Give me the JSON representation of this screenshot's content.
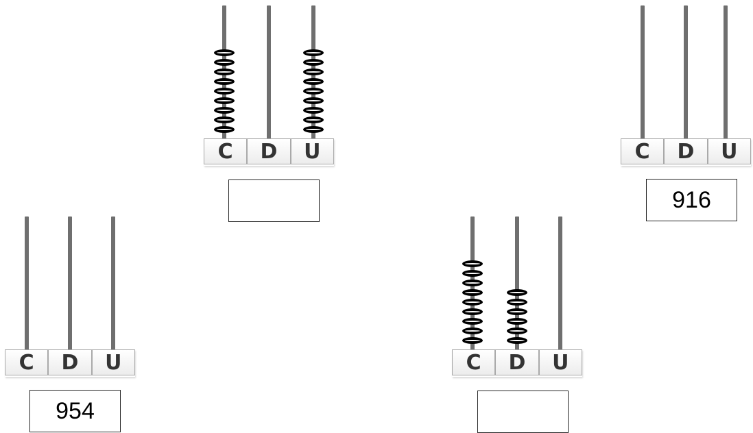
{
  "labels": [
    "C",
    "D",
    "U"
  ],
  "exercises": [
    {
      "id": "top-center",
      "beads": [
        9,
        0,
        9
      ],
      "answer": ""
    },
    {
      "id": "top-right",
      "beads": [
        0,
        0,
        0
      ],
      "answer": "916"
    },
    {
      "id": "bottom-left",
      "beads": [
        0,
        0,
        0
      ],
      "answer": "954"
    },
    {
      "id": "bottom-right",
      "beads": [
        9,
        6,
        0
      ],
      "answer": ""
    }
  ]
}
